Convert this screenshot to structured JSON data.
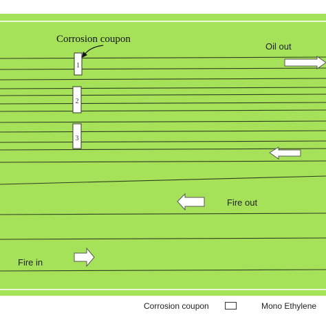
{
  "labels": {
    "coupon_callout": "Corrosion coupon",
    "oil_out": "Oil out",
    "fire_out": "Fire out",
    "fire_in": "Fire in"
  },
  "coupons": [
    "1",
    "2",
    "3"
  ],
  "legend": {
    "coupon": "Corrosion coupon",
    "fluid": "Mono Ethylene"
  },
  "colors": {
    "panel_fill": "#a6e15a",
    "line": "#2f3d1f",
    "arrow_fill": "#ffffff"
  },
  "icons": {
    "flow_arrow": "block-arrow-icon",
    "callout_arrow": "curved-arrow-icon"
  }
}
